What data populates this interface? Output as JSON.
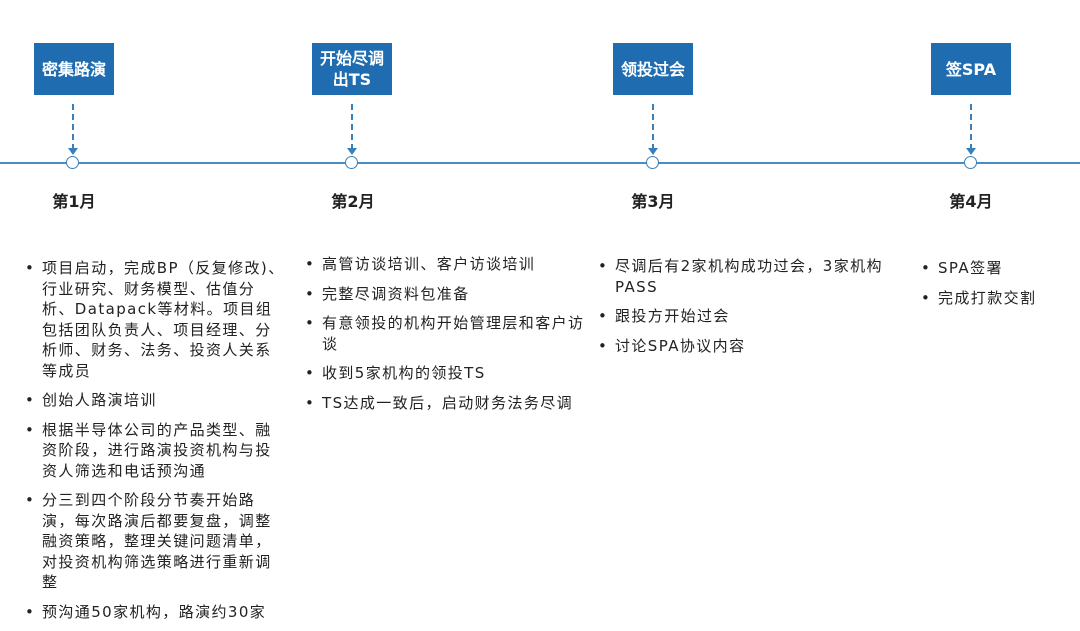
{
  "stages": [
    {
      "title": "密集路演",
      "month": "第1月",
      "items": [
        "项目启动，完成BP（反复修改)、行业研究、财务模型、估值分析、Datapack等材料。项目组包括团队负责人、项目经理、分析师、财务、法务、投资人关系等成员",
        "创始人路演培训",
        "根据半导体公司的产品类型、融资阶段，进行路演投资机构与投资人筛选和电话预沟通",
        "分三到四个阶段分节奏开始路演，每次路演后都要复盘，调整融资策略，整理关键问题清单，对投资机构筛选策略进行重新调整",
        "预沟通50家机构，路演约30家"
      ]
    },
    {
      "title": "开始尽调出TS",
      "month": "第2月",
      "items": [
        "高管访谈培训、客户访谈培训",
        "完整尽调资料包准备",
        "有意领投的机构开始管理层和客户访谈",
        "收到5家机构的领投TS",
        "TS达成一致后，启动财务法务尽调"
      ]
    },
    {
      "title": "领投过会",
      "month": "第3月",
      "items": [
        "尽调后有2家机构成功过会，3家机构PASS",
        "跟投方开始过会",
        "讨论SPA协议内容"
      ]
    },
    {
      "title": "签SPA",
      "month": "第4月",
      "items": [
        "SPA签署",
        "完成打款交割"
      ]
    }
  ]
}
